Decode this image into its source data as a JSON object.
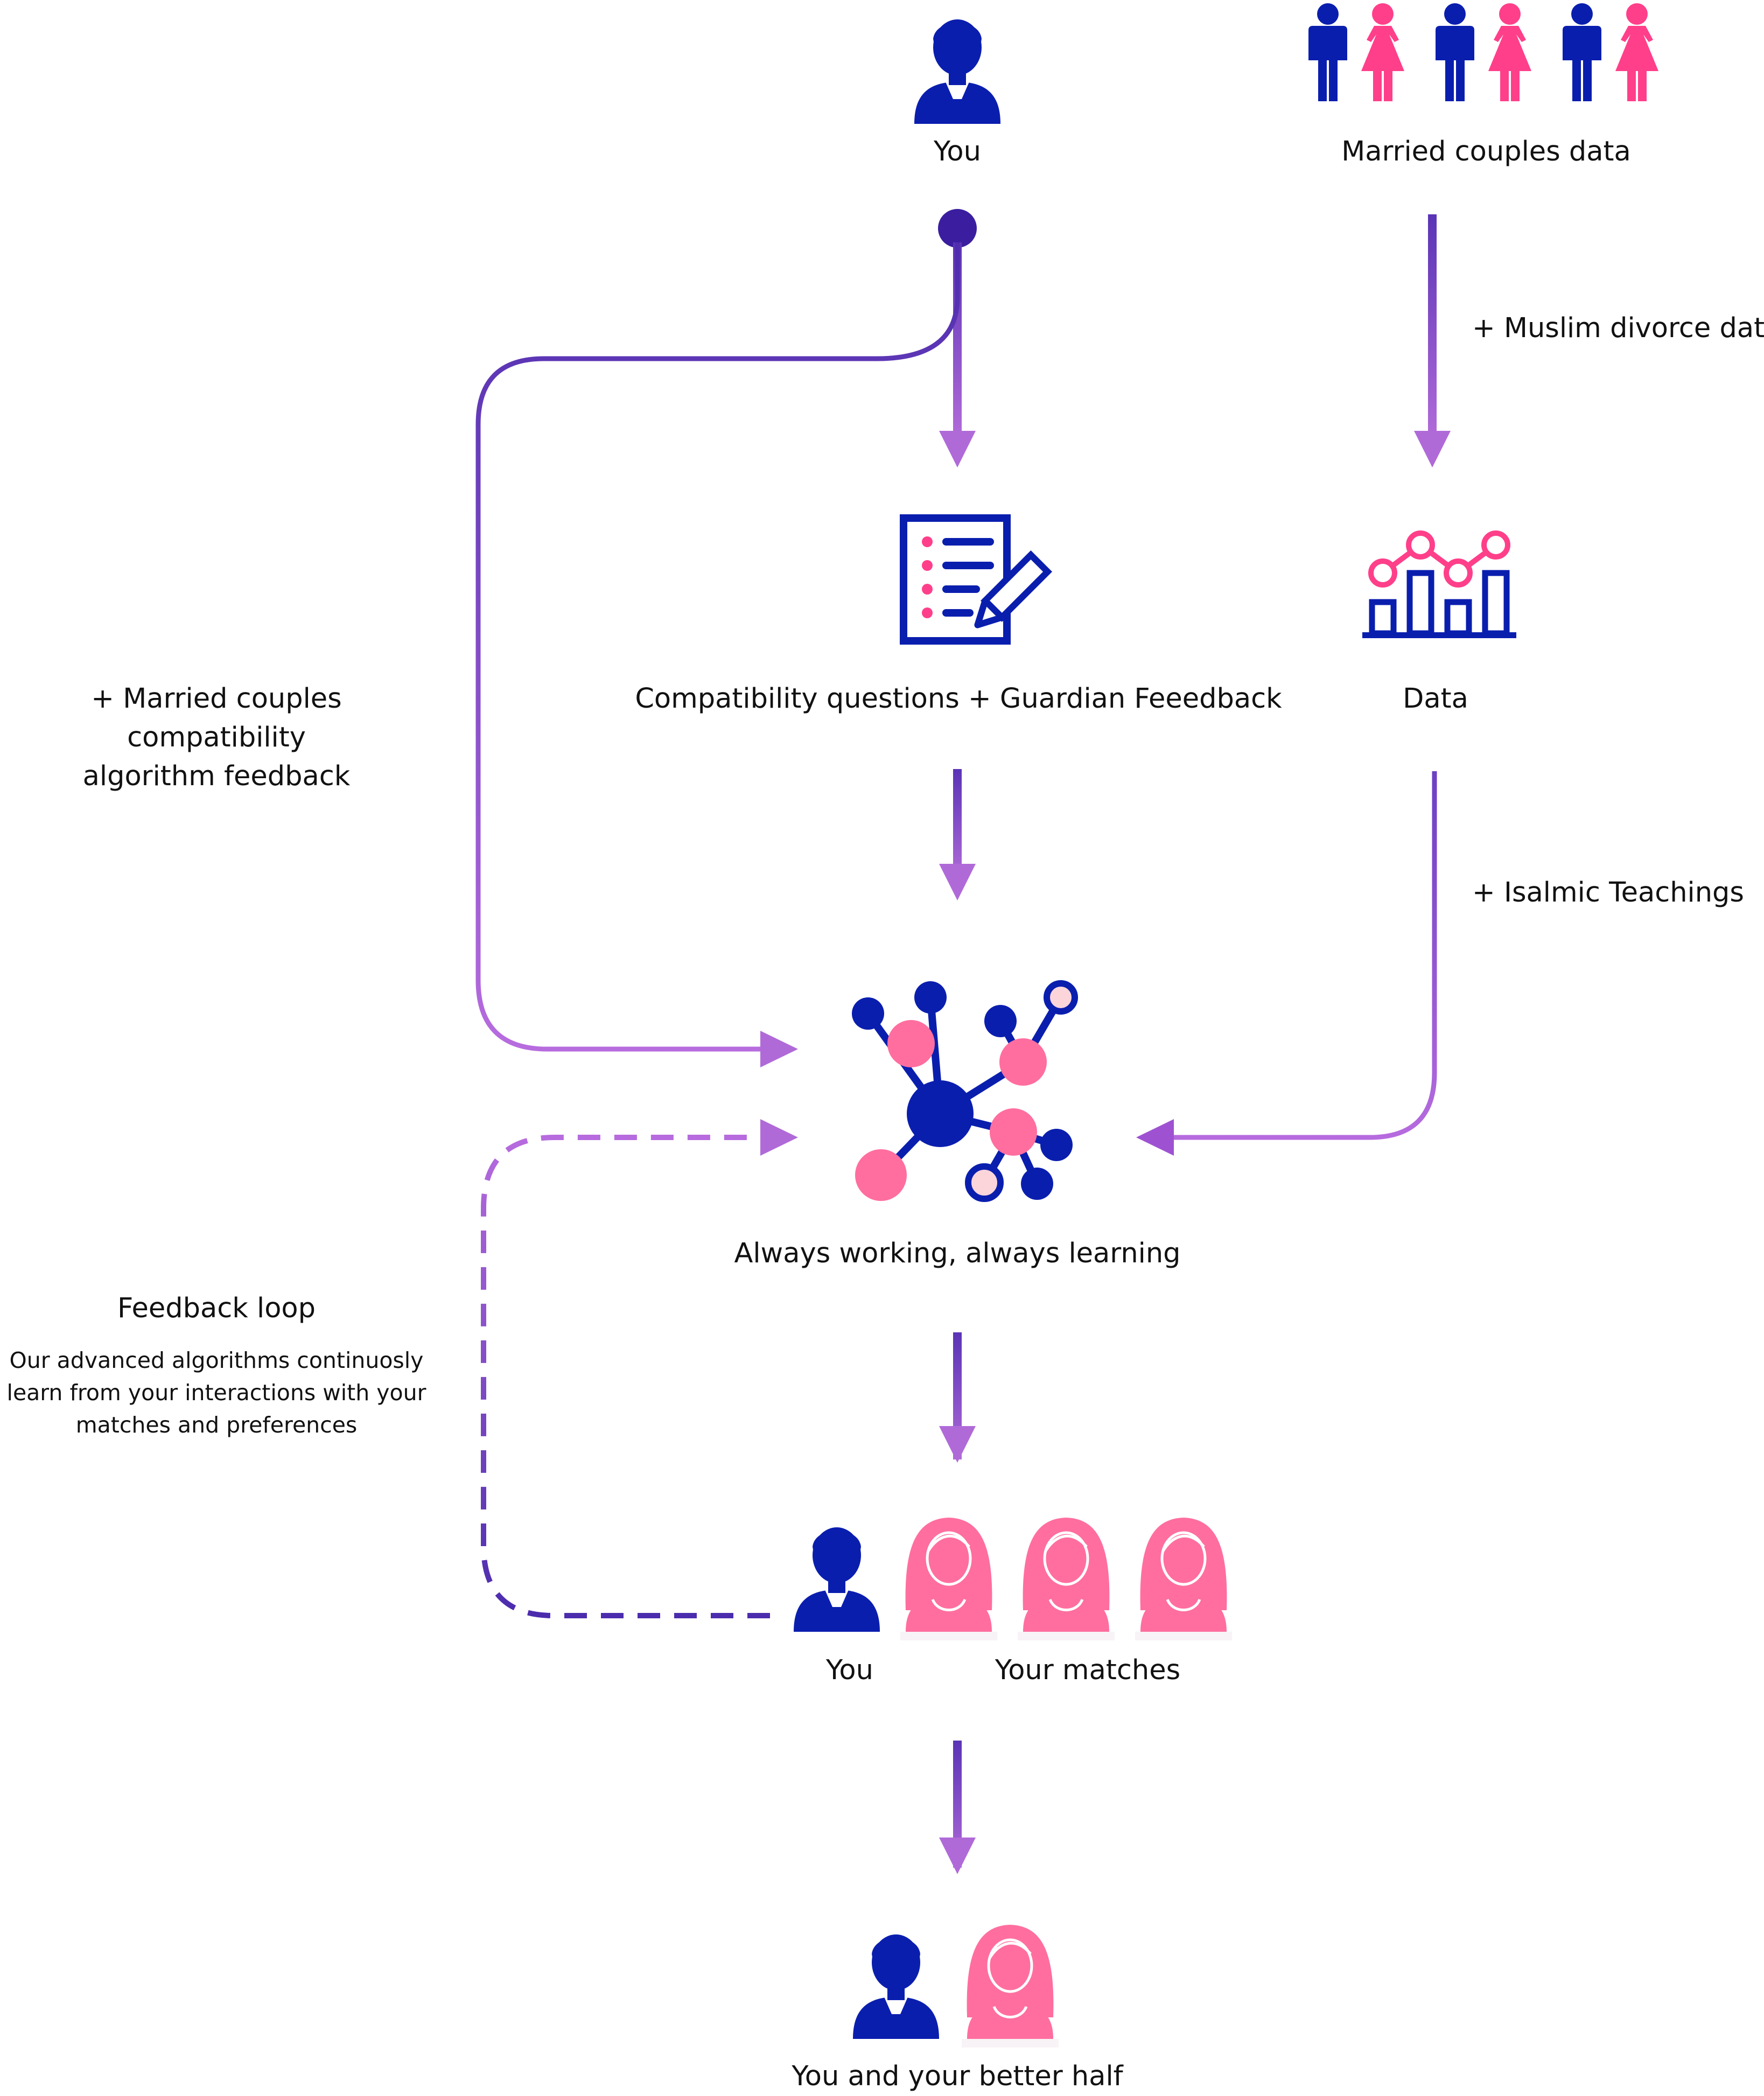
{
  "colors": {
    "navy": "#0a1eae",
    "pink": "#ff3f8a",
    "pink_soft": "#ff6e9f",
    "purple_dark": "#4b2cad",
    "purple_light": "#b86cdf",
    "dot": "#3b1e9f"
  },
  "labels": {
    "you_top": "You",
    "married_couples_data": "Married couples data",
    "muslim_divorce": "+ Muslim divorce data",
    "compat_questions": "Compatibility questions + Guardian Feeedback",
    "data": "Data",
    "married_feedback_line1": "+ Married couples compatibility",
    "married_feedback_line2": "algorithm feedback",
    "islamic_teachings": "+ Isalmic Teachings",
    "always_learning": "Always working, always learning",
    "feedback_loop_title": "Feedback loop",
    "feedback_desc_line1": "Our advanced algorithms continuosly",
    "feedback_desc_line2": "learn from your interactions with your",
    "feedback_desc_line3": "matches and preferences",
    "you_bottom": "You",
    "your_matches": "Your matches",
    "better_half": "You and your better half"
  },
  "icons": {
    "you_top": "man-avatar-icon",
    "couples": "couples-group-icon",
    "questionnaire": "checklist-pencil-icon",
    "data_chart": "bar-line-chart-icon",
    "network": "network-nodes-icon",
    "you_bottom": "man-avatar-icon",
    "matches": "woman-avatar-icon",
    "better_half": "couple-avatars-icon"
  }
}
